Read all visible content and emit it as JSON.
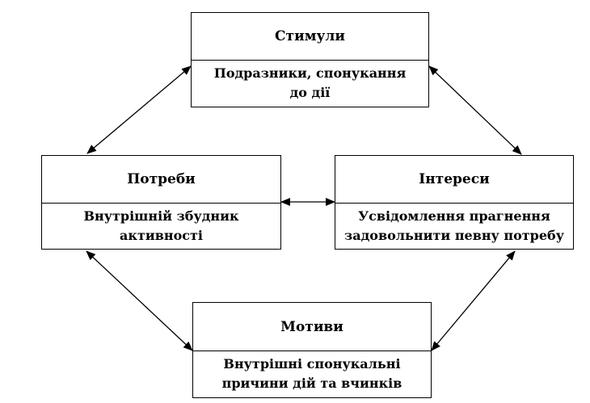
{
  "nodes": {
    "stimuli": {
      "title": "Стимули",
      "body": "Подразники, спонукання\nдо дії"
    },
    "needs": {
      "title": "Потреби",
      "body": "Внутрішній збудник\nактивності"
    },
    "interests": {
      "title": "Інтереси",
      "body": "Усвідомлення прагнення\nзадовольнити певну потребу"
    },
    "motives": {
      "title": "Мотиви",
      "body": "Внутрішні спонукальні\nпричини дій та вчинків"
    }
  },
  "connections": [
    {
      "from": "stimuli",
      "to": "needs",
      "type": "bidirectional"
    },
    {
      "from": "stimuli",
      "to": "interests",
      "type": "bidirectional"
    },
    {
      "from": "needs",
      "to": "interests",
      "type": "bidirectional"
    },
    {
      "from": "needs",
      "to": "motives",
      "type": "bidirectional"
    },
    {
      "from": "interests",
      "to": "motives",
      "type": "bidirectional"
    }
  ]
}
